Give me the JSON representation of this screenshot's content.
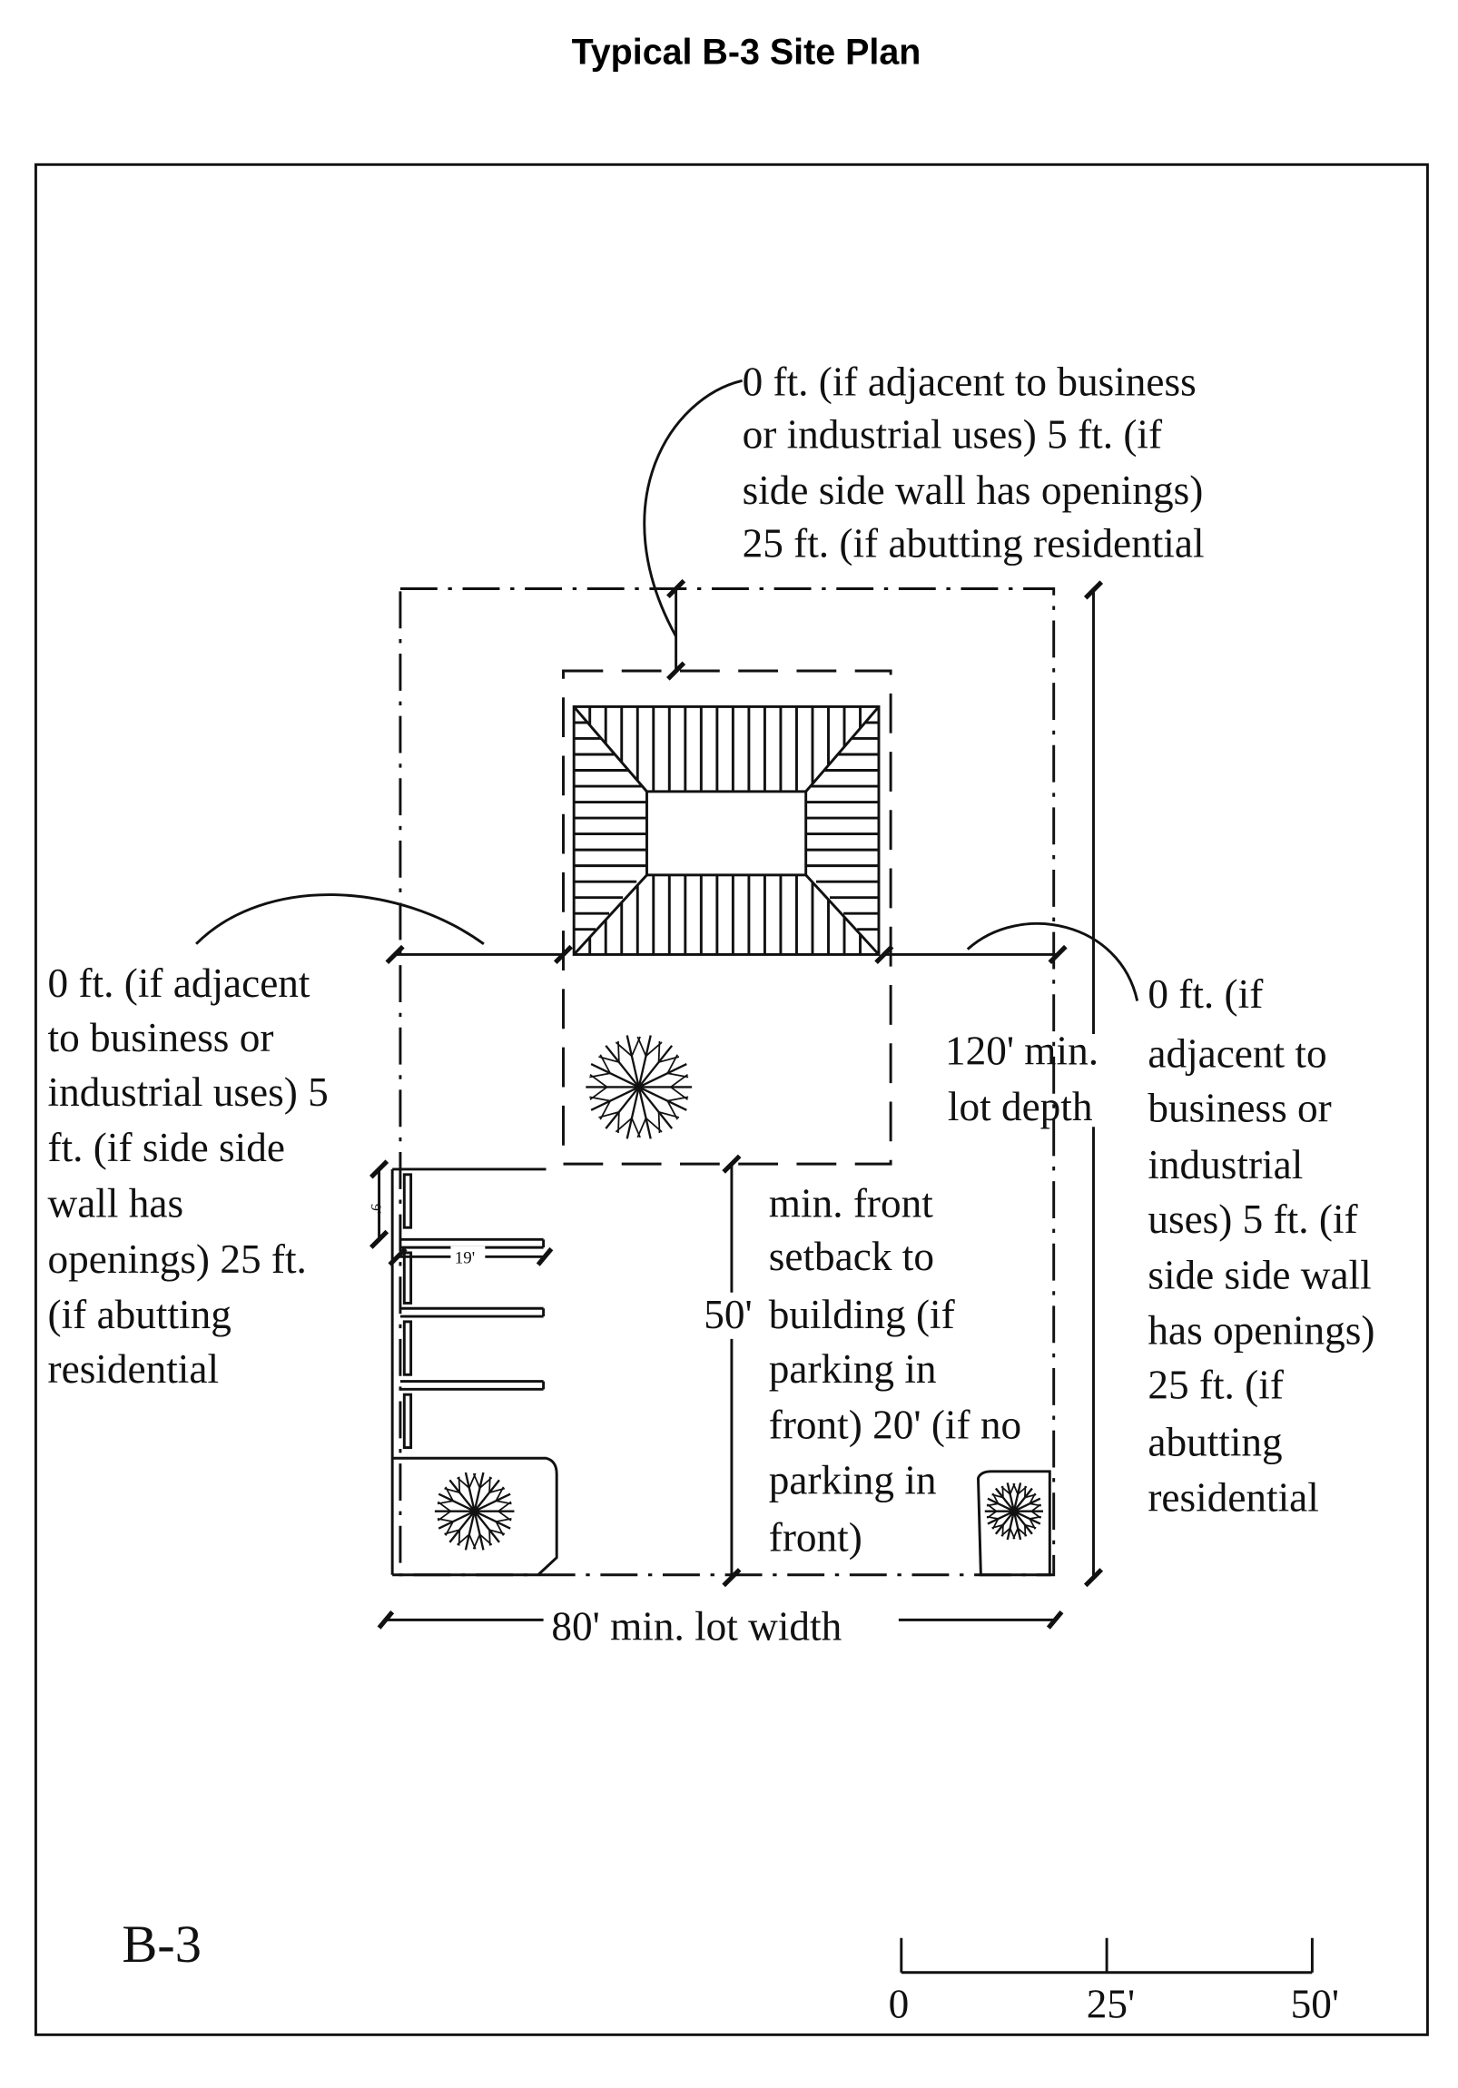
{
  "title": "Typical B-3 Site Plan",
  "top_note": [
    "0 ft. (if adjacent to business",
    "or industrial uses) 5 ft. (if",
    "side side wall has openings)",
    "25 ft. (if abutting residential"
  ],
  "left_note": [
    "0 ft. (if adjacent",
    "to business or",
    "industrial uses) 5",
    "ft. (if side side",
    "wall has",
    "openings) 25 ft.",
    "(if abutting",
    "residential"
  ],
  "right_note": [
    "0 ft. (if",
    "adjacent to",
    "business or",
    "industrial",
    "uses) 5 ft. (if",
    "side side wall",
    "has openings)",
    "25 ft. (if",
    "abutting",
    "residential"
  ],
  "lot_depth": [
    "120' min.",
    "lot depth"
  ],
  "front_setback": {
    "dimension": "50'",
    "lines": [
      "min. front",
      "setback to",
      "building (if",
      "parking in",
      "front) 20' (if no",
      "parking in",
      "front)"
    ]
  },
  "lot_width": "80' min. lot width",
  "stall_width": "9'",
  "stall_depth": "19'",
  "district_label": "B-3",
  "scale_bar": {
    "labels": [
      "0",
      "25'",
      "50'"
    ]
  }
}
